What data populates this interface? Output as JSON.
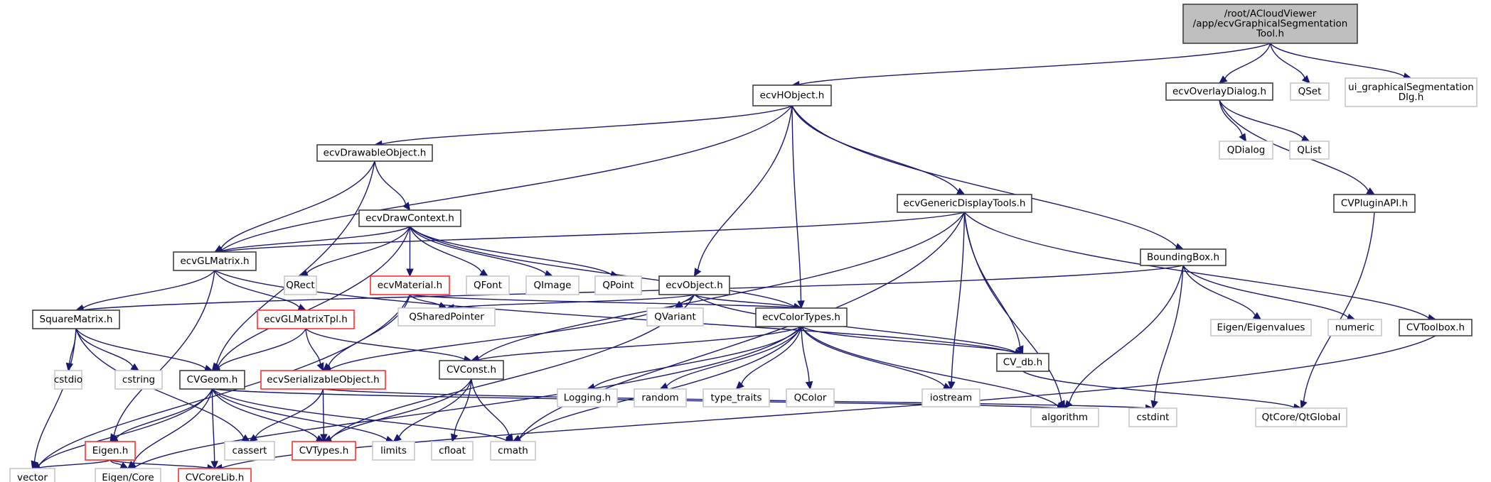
{
  "title": "/root/ACloudViewer/app/ecvGraphicalSegmentationTool.h include dependency graph",
  "colors": {
    "edge": "#191970",
    "root_fill": "#bfbfbf",
    "documented_border": "#404040",
    "truncated_border": "#ff3030",
    "external_border": "#c8c8c8"
  },
  "nodes": [
    {
      "id": "root",
      "lines": [
        "/root/ACloudViewer",
        "/app/ecvGraphicalSegmentation",
        "Tool.h"
      ],
      "kind": "root"
    },
    {
      "id": "ecvHObject",
      "lines": [
        "ecvHObject.h"
      ],
      "kind": "doc"
    },
    {
      "id": "ecvOverlayDialog",
      "lines": [
        "ecvOverlayDialog.h"
      ],
      "kind": "doc"
    },
    {
      "id": "QSet",
      "lines": [
        "QSet"
      ],
      "kind": "ext"
    },
    {
      "id": "uiGraphSeg",
      "lines": [
        "ui_graphicalSegmentation",
        "Dlg.h"
      ],
      "kind": "ext"
    },
    {
      "id": "ecvDrawableObject",
      "lines": [
        "ecvDrawableObject.h"
      ],
      "kind": "doc"
    },
    {
      "id": "QDialog",
      "lines": [
        "QDialog"
      ],
      "kind": "ext"
    },
    {
      "id": "QList",
      "lines": [
        "QList"
      ],
      "kind": "ext"
    },
    {
      "id": "ecvDrawContext",
      "lines": [
        "ecvDrawContext.h"
      ],
      "kind": "doc"
    },
    {
      "id": "ecvGenericDisplayTools",
      "lines": [
        "ecvGenericDisplayTools.h"
      ],
      "kind": "doc"
    },
    {
      "id": "CVPluginAPI",
      "lines": [
        "CVPluginAPI.h"
      ],
      "kind": "doc"
    },
    {
      "id": "ecvGLMatrix",
      "lines": [
        "ecvGLMatrix.h"
      ],
      "kind": "doc"
    },
    {
      "id": "QRect",
      "lines": [
        "QRect"
      ],
      "kind": "ext"
    },
    {
      "id": "ecvMaterial",
      "lines": [
        "ecvMaterial.h"
      ],
      "kind": "trunc"
    },
    {
      "id": "QFont",
      "lines": [
        "QFont"
      ],
      "kind": "ext"
    },
    {
      "id": "QImage",
      "lines": [
        "QImage"
      ],
      "kind": "ext"
    },
    {
      "id": "QPoint",
      "lines": [
        "QPoint"
      ],
      "kind": "ext"
    },
    {
      "id": "ecvObject",
      "lines": [
        "ecvObject.h"
      ],
      "kind": "doc"
    },
    {
      "id": "BoundingBox",
      "lines": [
        "BoundingBox.h"
      ],
      "kind": "doc"
    },
    {
      "id": "SquareMatrix",
      "lines": [
        "SquareMatrix.h"
      ],
      "kind": "doc"
    },
    {
      "id": "ecvGLMatrixTpl",
      "lines": [
        "ecvGLMatrixTpl.h"
      ],
      "kind": "trunc"
    },
    {
      "id": "QSharedPointer",
      "lines": [
        "QSharedPointer"
      ],
      "kind": "ext"
    },
    {
      "id": "QVariant",
      "lines": [
        "QVariant"
      ],
      "kind": "ext"
    },
    {
      "id": "ecvColorTypes",
      "lines": [
        "ecvColorTypes.h"
      ],
      "kind": "doc"
    },
    {
      "id": "EigenEigenvalues",
      "lines": [
        "Eigen/Eigenvalues"
      ],
      "kind": "ext"
    },
    {
      "id": "numeric",
      "lines": [
        "numeric"
      ],
      "kind": "ext"
    },
    {
      "id": "CVToolbox",
      "lines": [
        "CVToolbox.h"
      ],
      "kind": "doc"
    },
    {
      "id": "cstdio",
      "lines": [
        "cstdio"
      ],
      "kind": "ext"
    },
    {
      "id": "cstring",
      "lines": [
        "cstring"
      ],
      "kind": "ext"
    },
    {
      "id": "CVGeom",
      "lines": [
        "CVGeom.h"
      ],
      "kind": "doc"
    },
    {
      "id": "ecvSerializableObject",
      "lines": [
        "ecvSerializableObject.h"
      ],
      "kind": "trunc"
    },
    {
      "id": "CVConst",
      "lines": [
        "CVConst.h"
      ],
      "kind": "doc"
    },
    {
      "id": "Logging",
      "lines": [
        "Logging.h"
      ],
      "kind": "ext"
    },
    {
      "id": "random",
      "lines": [
        "random"
      ],
      "kind": "ext"
    },
    {
      "id": "type_traits",
      "lines": [
        "type_traits"
      ],
      "kind": "ext"
    },
    {
      "id": "QColor",
      "lines": [
        "QColor"
      ],
      "kind": "ext"
    },
    {
      "id": "iostream",
      "lines": [
        "iostream"
      ],
      "kind": "ext"
    },
    {
      "id": "CV_db",
      "lines": [
        "CV_db.h"
      ],
      "kind": "doc"
    },
    {
      "id": "Eigen",
      "lines": [
        "Eigen.h"
      ],
      "kind": "trunc"
    },
    {
      "id": "cassert",
      "lines": [
        "cassert"
      ],
      "kind": "ext"
    },
    {
      "id": "CVTypes",
      "lines": [
        "CVTypes.h"
      ],
      "kind": "trunc"
    },
    {
      "id": "limits",
      "lines": [
        "limits"
      ],
      "kind": "ext"
    },
    {
      "id": "cfloat",
      "lines": [
        "cfloat"
      ],
      "kind": "ext"
    },
    {
      "id": "cmath",
      "lines": [
        "cmath"
      ],
      "kind": "ext"
    },
    {
      "id": "algorithm",
      "lines": [
        "algorithm"
      ],
      "kind": "ext"
    },
    {
      "id": "cstdint",
      "lines": [
        "cstdint"
      ],
      "kind": "ext"
    },
    {
      "id": "QtGlobal",
      "lines": [
        "QtCore/QtGlobal"
      ],
      "kind": "ext"
    },
    {
      "id": "vector",
      "lines": [
        "vector"
      ],
      "kind": "ext"
    },
    {
      "id": "EigenCore",
      "lines": [
        "Eigen/Core"
      ],
      "kind": "ext"
    },
    {
      "id": "CVCoreLib",
      "lines": [
        "CVCoreLib.h"
      ],
      "kind": "trunc"
    }
  ],
  "edges": [
    [
      "root",
      "ecvHObject"
    ],
    [
      "root",
      "ecvOverlayDialog"
    ],
    [
      "root",
      "QSet"
    ],
    [
      "root",
      "uiGraphSeg"
    ],
    [
      "ecvOverlayDialog",
      "QDialog"
    ],
    [
      "ecvOverlayDialog",
      "QList"
    ],
    [
      "ecvOverlayDialog",
      "CVPluginAPI"
    ],
    [
      "CVPluginAPI",
      "QtGlobal"
    ],
    [
      "ecvHObject",
      "ecvDrawableObject"
    ],
    [
      "ecvHObject",
      "ecvGLMatrix"
    ],
    [
      "ecvHObject",
      "ecvObject"
    ],
    [
      "ecvHObject",
      "ecvColorTypes"
    ],
    [
      "ecvHObject",
      "ecvGenericDisplayTools"
    ],
    [
      "ecvHObject",
      "BoundingBox"
    ],
    [
      "ecvDrawableObject",
      "ecvDrawContext"
    ],
    [
      "ecvDrawableObject",
      "ecvGLMatrix"
    ],
    [
      "ecvDrawableObject",
      "CVGeom"
    ],
    [
      "ecvDrawContext",
      "ecvGLMatrix"
    ],
    [
      "ecvDrawContext",
      "QRect"
    ],
    [
      "ecvDrawContext",
      "ecvMaterial"
    ],
    [
      "ecvDrawContext",
      "QFont"
    ],
    [
      "ecvDrawContext",
      "QImage"
    ],
    [
      "ecvDrawContext",
      "QPoint"
    ],
    [
      "ecvDrawContext",
      "ecvColorTypes"
    ],
    [
      "ecvDrawContext",
      "CVGeom"
    ],
    [
      "ecvGenericDisplayTools",
      "ecvGLMatrix"
    ],
    [
      "ecvGenericDisplayTools",
      "CVConst"
    ],
    [
      "ecvGenericDisplayTools",
      "iostream"
    ],
    [
      "ecvGenericDisplayTools",
      "CV_db"
    ],
    [
      "ecvGenericDisplayTools",
      "cmath"
    ],
    [
      "ecvGenericDisplayTools",
      "algorithm"
    ],
    [
      "ecvGenericDisplayTools",
      "CVToolbox"
    ],
    [
      "ecvGLMatrix",
      "SquareMatrix"
    ],
    [
      "ecvGLMatrix",
      "ecvGLMatrixTpl"
    ],
    [
      "ecvGLMatrix",
      "CV_db"
    ],
    [
      "ecvGLMatrix",
      "Eigen"
    ],
    [
      "ecvMaterial",
      "QSharedPointer"
    ],
    [
      "ecvMaterial",
      "ecvSerializableObject"
    ],
    [
      "ecvMaterial",
      "ecvColorTypes"
    ],
    [
      "ecvMaterial",
      "vector"
    ],
    [
      "ecvObject",
      "QSharedPointer"
    ],
    [
      "ecvObject",
      "QVariant"
    ],
    [
      "ecvObject",
      "ecvColorTypes"
    ],
    [
      "ecvObject",
      "ecvSerializableObject"
    ],
    [
      "ecvObject",
      "CVTypes"
    ],
    [
      "ecvObject",
      "CV_db"
    ],
    [
      "BoundingBox",
      "SquareMatrix"
    ],
    [
      "BoundingBox",
      "EigenEigenvalues"
    ],
    [
      "BoundingBox",
      "numeric"
    ],
    [
      "BoundingBox",
      "algorithm"
    ],
    [
      "BoundingBox",
      "cstdint"
    ],
    [
      "SquareMatrix",
      "cstdio"
    ],
    [
      "SquareMatrix",
      "cstring"
    ],
    [
      "SquareMatrix",
      "CVGeom"
    ],
    [
      "SquareMatrix",
      "vector"
    ],
    [
      "SquareMatrix",
      "cassert"
    ],
    [
      "ecvGLMatrixTpl",
      "CVGeom"
    ],
    [
      "ecvGLMatrixTpl",
      "ecvSerializableObject"
    ],
    [
      "ecvGLMatrixTpl",
      "CVConst"
    ],
    [
      "ecvColorTypes",
      "CVConst"
    ],
    [
      "ecvColorTypes",
      "Logging"
    ],
    [
      "ecvColorTypes",
      "random"
    ],
    [
      "ecvColorTypes",
      "type_traits"
    ],
    [
      "ecvColorTypes",
      "QColor"
    ],
    [
      "ecvColorTypes",
      "iostream"
    ],
    [
      "ecvColorTypes",
      "CV_db"
    ],
    [
      "ecvColorTypes",
      "cmath"
    ],
    [
      "ecvColorTypes",
      "algorithm"
    ],
    [
      "ecvColorTypes",
      "EigenCore"
    ],
    [
      "CVToolbox",
      "CVCoreLib"
    ],
    [
      "CVGeom",
      "Eigen"
    ],
    [
      "CVGeom",
      "vector"
    ],
    [
      "CVGeom",
      "EigenCore"
    ],
    [
      "CVGeom",
      "CVCoreLib"
    ],
    [
      "CVGeom",
      "CVTypes"
    ],
    [
      "CVGeom",
      "limits"
    ],
    [
      "CVGeom",
      "cmath"
    ],
    [
      "CVGeom",
      "algorithm"
    ],
    [
      "ecvSerializableObject",
      "cassert"
    ],
    [
      "ecvSerializableObject",
      "CVTypes"
    ],
    [
      "ecvSerializableObject",
      "cstdint"
    ],
    [
      "CVConst",
      "CVTypes"
    ],
    [
      "CVConst",
      "limits"
    ],
    [
      "CVConst",
      "cfloat"
    ],
    [
      "CVConst",
      "cmath"
    ],
    [
      "CV_db",
      "QtGlobal"
    ],
    [
      "Eigen",
      "vector"
    ],
    [
      "Eigen",
      "EigenCore"
    ],
    [
      "Eigen",
      "CVCoreLib"
    ]
  ]
}
